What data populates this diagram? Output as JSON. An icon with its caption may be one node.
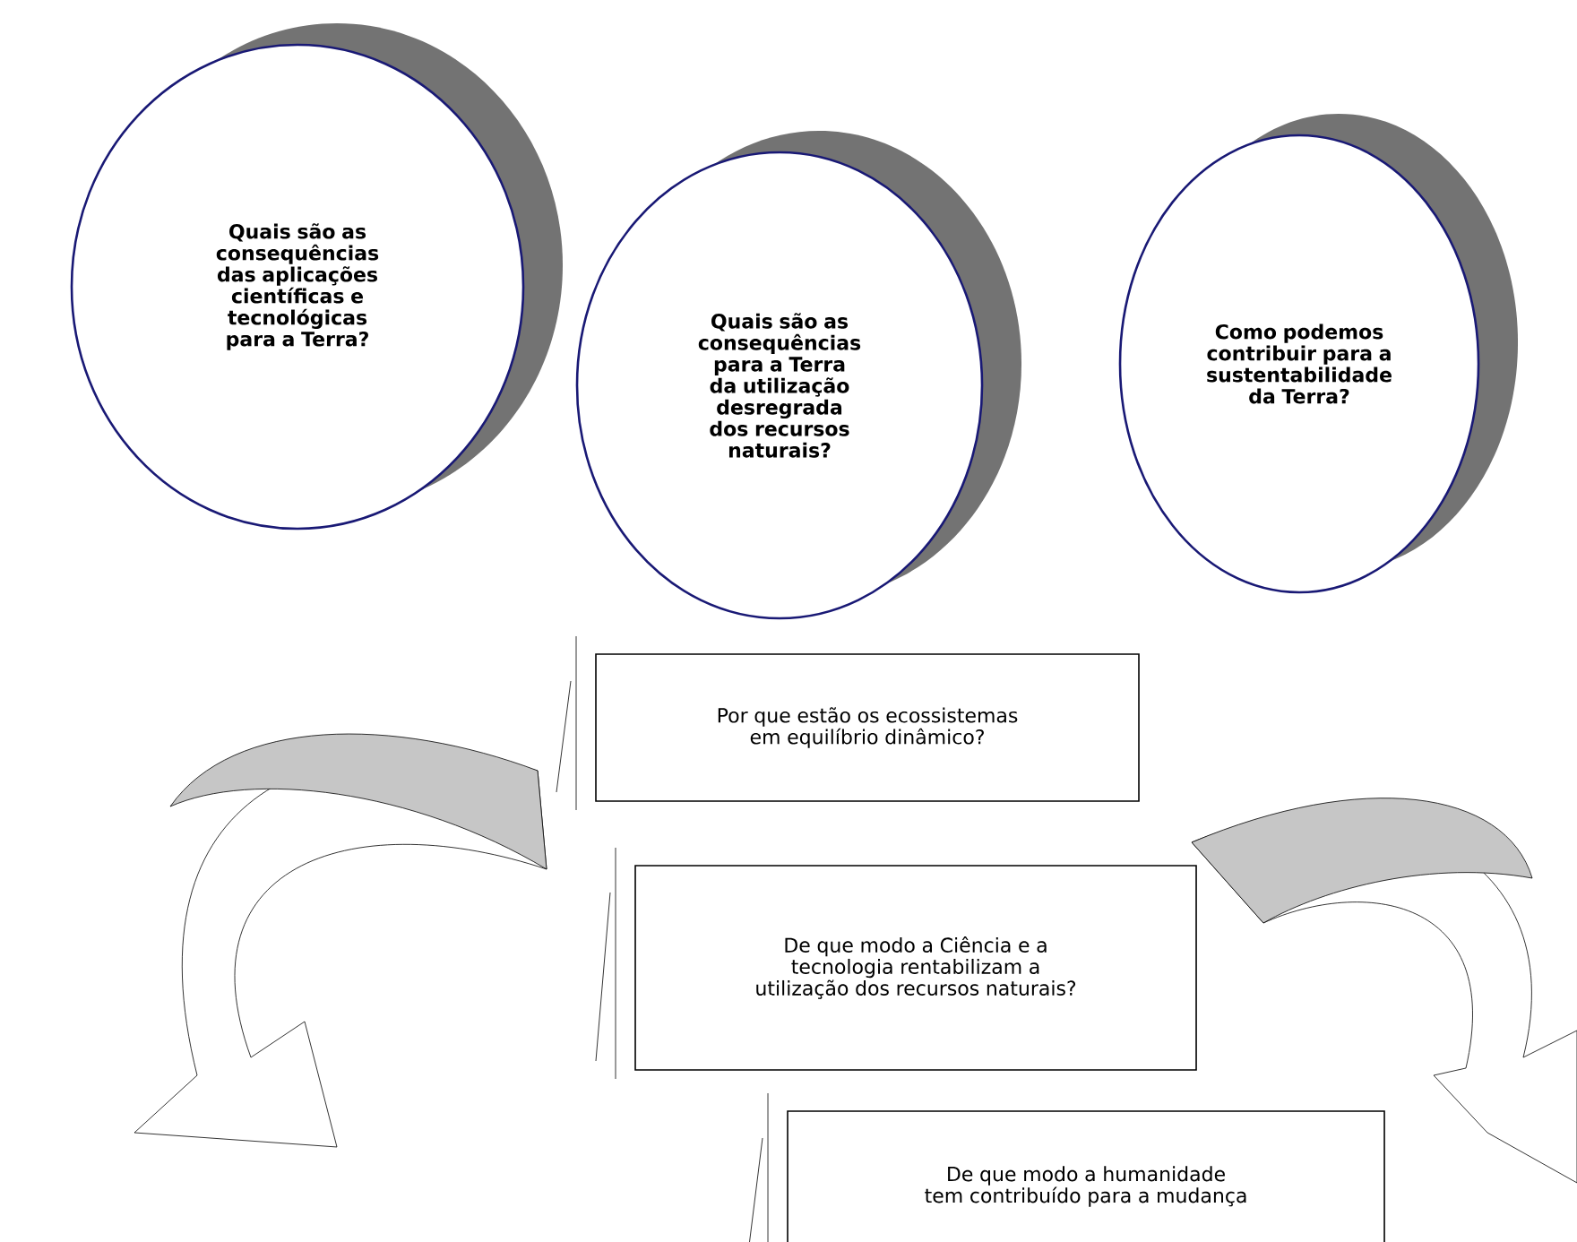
{
  "diagram": {
    "nodes": [
      {
        "text": [
          "Quais são as consequências das aplicações científicas e tecnológicas para a Terra?"
        ]
      },
      {
        "text": [
          "Quais são as consequências para a Terra da utilização desregrada dos recursos naturais?"
        ]
      },
      {
        "text": [
          "Como podemos contribuir para a sustentabilidade da Terra?"
        ]
      },
      {
        "text": [
          "Por que estão os ecossistemas em equilíbrio dinâmico?"
        ]
      },
      {
        "text": [
          "De que modo a Ciência e a tecnologia rentabilizam a utilização dos recursos naturais?"
        ]
      },
      {
        "text": [
          "De que modo a humanidade tem contribuído para a mudança"
        ]
      }
    ]
  }
}
